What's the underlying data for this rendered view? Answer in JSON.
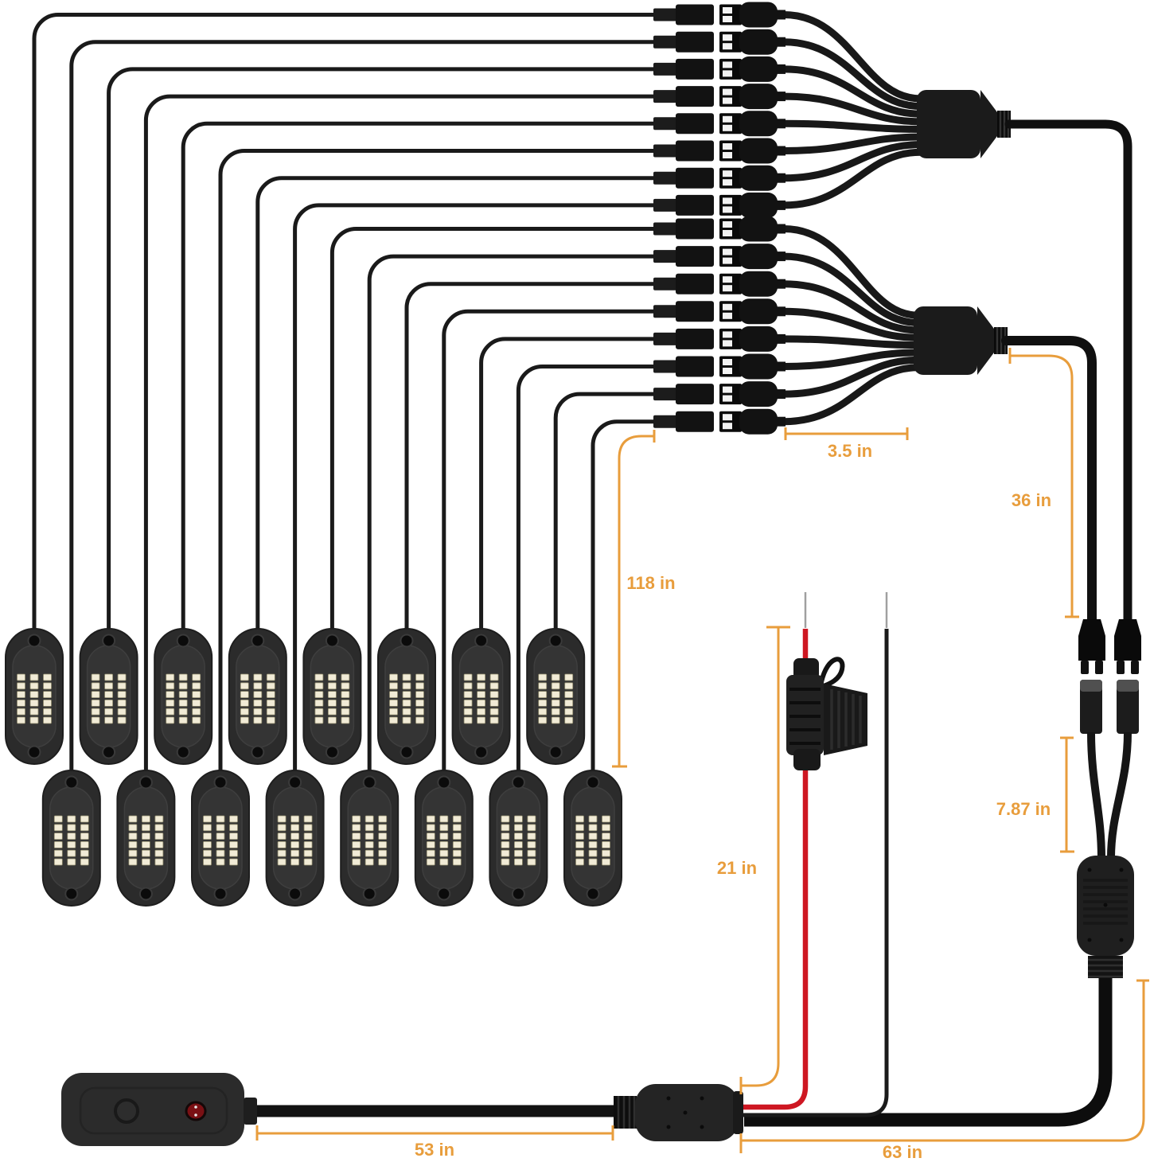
{
  "page": {
    "title": "LED rock lights kit wiring diagram",
    "background": "#FFFFFF"
  },
  "labels": {
    "len_3_5": "3.5 in",
    "len_36": "36 in",
    "len_118": "118 in",
    "len_21": "21 in",
    "len_7_87": "7.87 in",
    "len_53": "53 in",
    "len_63": "63 in"
  },
  "colors": {
    "dimension": "#E89D3C",
    "cable": "#1A1A1A",
    "red_wire": "#CE1722",
    "bare_wire": "#A0A0A0",
    "led": "#F1EBD6",
    "pod_body": "#2B2B2B",
    "indicator_red": "#7A1014"
  },
  "components": {
    "led_pods": {
      "count": 16,
      "rows": 2,
      "per_row": 8,
      "led_columns": 3,
      "led_rows": 6
    },
    "connector_pairs": {
      "count": 16,
      "groups": 2,
      "per_group": 8
    },
    "splitters": {
      "count": 2,
      "ways": 8
    },
    "extension_plugs": {
      "count": 2
    },
    "y_splitter": {
      "inputs": 2,
      "outputs": 1
    },
    "fuse_holder": {
      "count": 1,
      "wire": "red"
    },
    "power_leads": {
      "positive": "red",
      "negative": "black"
    },
    "control_box": {
      "buttons": 1,
      "indicator": "red"
    }
  }
}
